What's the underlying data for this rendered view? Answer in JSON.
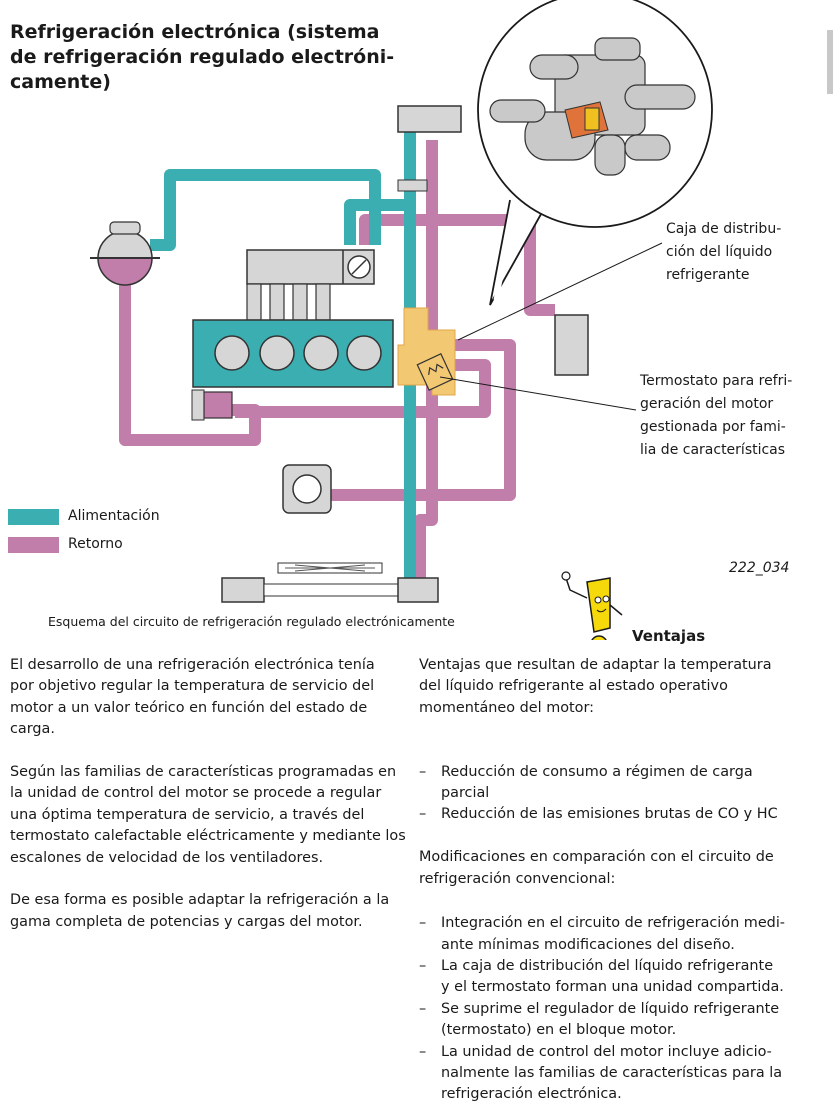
{
  "title_lines": [
    "Refrigeración electrónica (sistema",
    "de refrigeración regulado electróni-",
    "camente)"
  ],
  "colors": {
    "alimentacion": "#3aaeb0",
    "retorno": "#c17eaa",
    "distribucion": "#f3c873",
    "pump": "#d6d6d6"
  },
  "callouts": {
    "caja": [
      "Caja de distribu-",
      "ción del líquido",
      "refrigerante"
    ],
    "termostato": [
      "Termostato para refri-",
      "geración del motor",
      "gestionada por fami-",
      "lia de características"
    ]
  },
  "legend": [
    {
      "label": "Alimentación",
      "color": "#3aaeb0"
    },
    {
      "label": "Retorno",
      "color": "#c17eaa"
    }
  ],
  "figure_ref": "222_034",
  "caption": "Esquema del circuito de refrigeración regulado electrónicamente",
  "ventajas_title": "Ventajas",
  "left_column": {
    "p1": [
      "El desarrollo de una refrigeración electrónica tenía",
      "por objetivo regular la temperatura de servicio del",
      "motor a un valor teórico en función del estado de",
      "carga."
    ],
    "p2": [
      "Según las familias de características programadas en",
      "la unidad de control del motor se procede a regular",
      "una óptima temperatura de servicio, a través del",
      "termostato calefactable eléctricamente y mediante los",
      "escalones de velocidad de los ventiladores."
    ],
    "p3": [
      "De esa forma es posible adaptar la refrigeración a la",
      "gama completa de potencias y cargas del motor."
    ]
  },
  "right_column": {
    "intro": [
      "Ventajas que resultan de adaptar la temperatura",
      "del líquido refrigerante al estado operativo",
      "momentáneo del motor:"
    ],
    "bullets1": [
      [
        "Reducción de consumo a régimen de carga",
        "parcial"
      ],
      [
        "Reducción de las emisiones brutas de CO y HC"
      ]
    ],
    "intro2": [
      "Modificaciones en comparación con el circuito de",
      "refrigeración convencional:"
    ],
    "bullets2": [
      [
        "Integración en el circuito de refrigeración medi-",
        "ante mínimas modificaciones del diseño."
      ],
      [
        "La caja de distribución del líquido refrigerante",
        "y el termostato forman una unidad compartida."
      ],
      [
        "Se suprime el regulador de líquido refrigerante",
        "(termostato) en el bloque motor."
      ],
      [
        "La unidad de control del motor incluye adicio-",
        "nalmente las familias de características para la",
        "refrigeración electrónica."
      ]
    ],
    "dash": "–"
  }
}
